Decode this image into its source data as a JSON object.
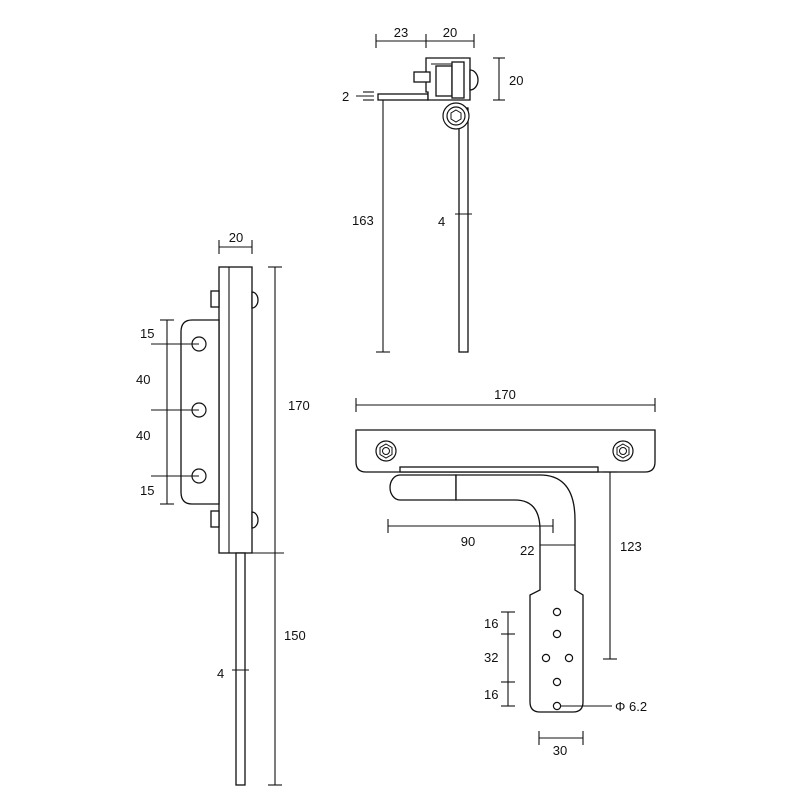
{
  "top_view": {
    "dim_23": "23",
    "dim_20_top": "20",
    "dim_20_right": "20",
    "dim_2": "2",
    "dim_163": "163",
    "dim_4": "4"
  },
  "side_view": {
    "dim_20": "20",
    "dim_15_top": "15",
    "dim_40_a": "40",
    "dim_40_b": "40",
    "dim_15_bottom": "15",
    "dim_170": "170",
    "dim_150": "150",
    "dim_4": "4"
  },
  "front_view": {
    "dim_170": "170",
    "dim_90": "90",
    "dim_22": "22",
    "dim_123": "123",
    "dim_16_top": "16",
    "dim_32": "32",
    "dim_16_bottom": "16",
    "dim_hole": "Φ 6.2",
    "dim_30": "30"
  }
}
